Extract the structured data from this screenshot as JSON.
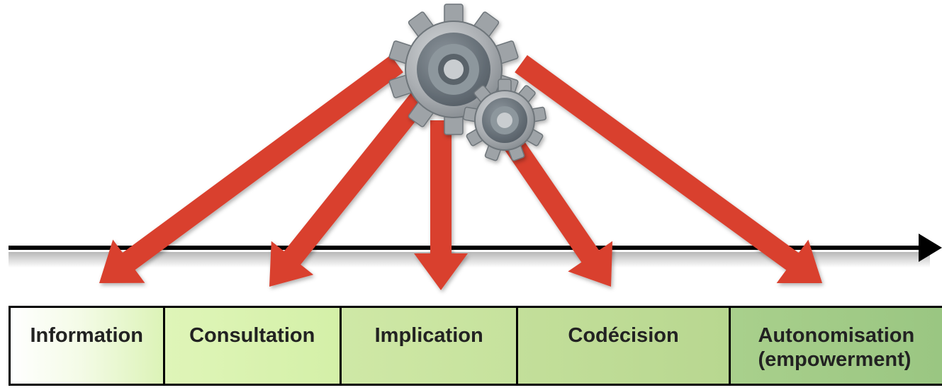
{
  "stages": [
    {
      "label": "Information"
    },
    {
      "label": "Consultation"
    },
    {
      "label": "Implication"
    },
    {
      "label": "Codécision"
    },
    {
      "label": "Autonomisation\n(empowerment)"
    }
  ],
  "colors": {
    "arrow": "#d9402f",
    "axis": "#000000",
    "gear_light": "#b0b3b6",
    "gear_dark": "#5f6870"
  },
  "icons": {
    "gears": "gears-icon"
  }
}
